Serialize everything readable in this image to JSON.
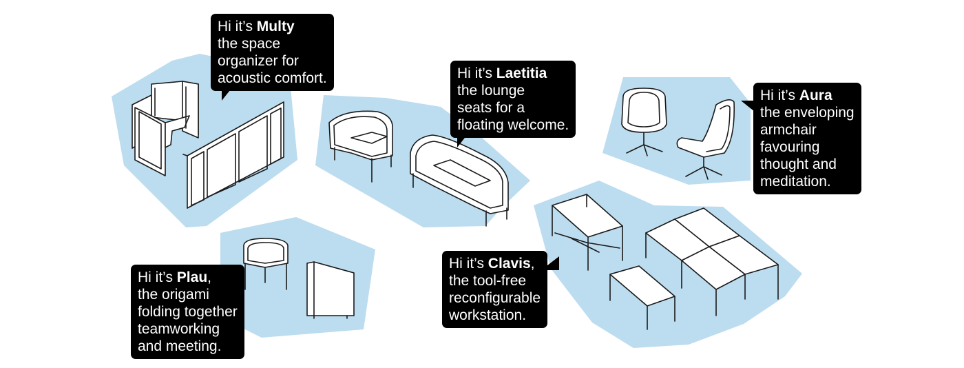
{
  "colors": {
    "zone": "#bcdcef",
    "ink": "#1a1a1a",
    "bubble": "#000000",
    "bubble_text": "#ffffff"
  },
  "products": [
    {
      "id": "multy",
      "prefix": "Hi it’s ",
      "name": "Multy",
      "suffix": "",
      "lines": [
        "the space",
        "organizer for",
        "acoustic comfort."
      ]
    },
    {
      "id": "laetitia",
      "prefix": "Hi it’s ",
      "name": "Laetitia",
      "suffix": "",
      "lines": [
        "the lounge",
        "seats for a",
        "floating welcome."
      ]
    },
    {
      "id": "aura",
      "prefix": "Hi it’s ",
      "name": "Aura",
      "suffix": "",
      "lines": [
        "the enveloping",
        "armchair",
        "favouring",
        "thought and",
        "meditation."
      ]
    },
    {
      "id": "plau",
      "prefix": "Hi it’s ",
      "name": "Plau",
      "suffix": ",",
      "lines": [
        "the origami",
        "folding together",
        "teamworking",
        "and meeting."
      ]
    },
    {
      "id": "clavis",
      "prefix": "Hi it’s ",
      "name": "Clavis",
      "suffix": ",",
      "lines": [
        "the tool-free",
        "reconfigurable",
        "workstation."
      ]
    }
  ]
}
